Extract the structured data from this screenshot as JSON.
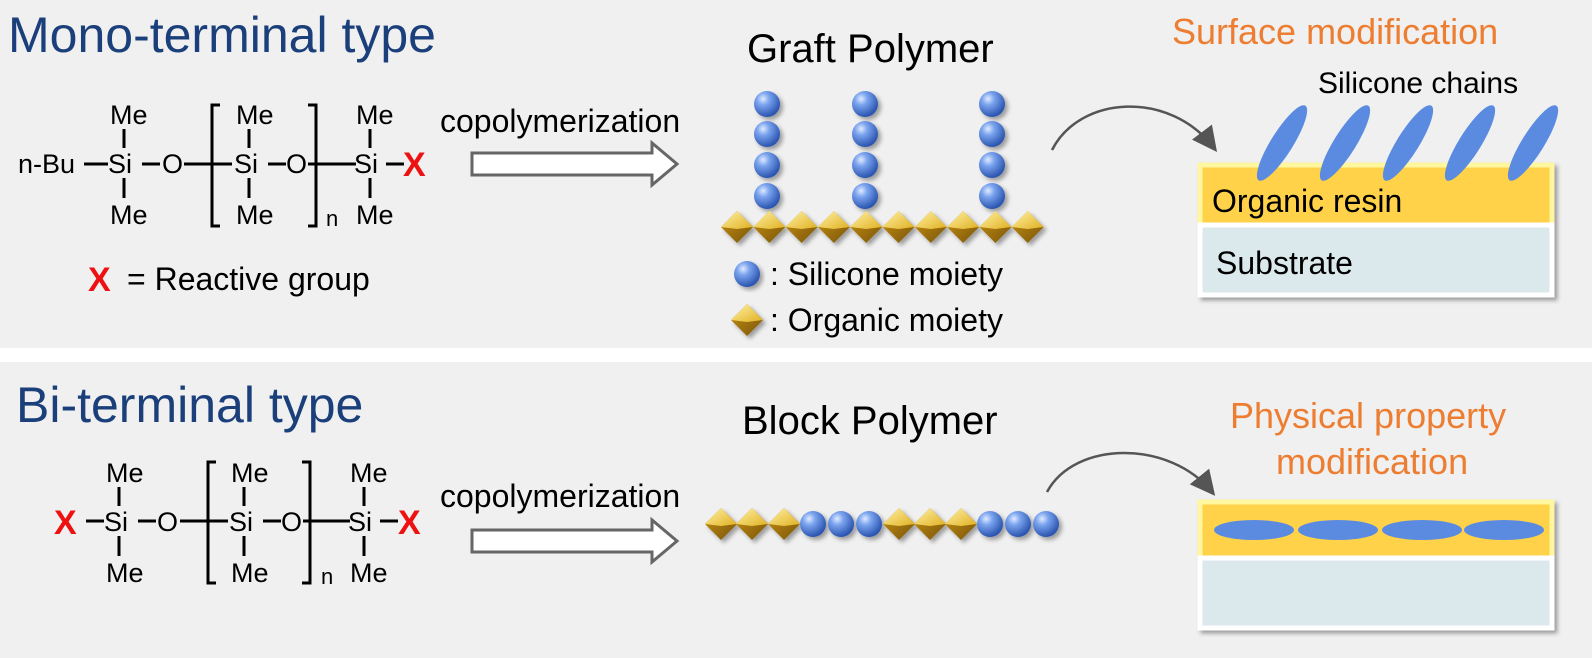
{
  "colors": {
    "title_blue": "#1a3f7a",
    "accent_orange": "#ed7d31",
    "reactive_red": "#ee1111",
    "panel_bg": "#f0f0f0",
    "resin_yellow": "#ffd24a",
    "substrate_blue": "#dce9ec",
    "bead_blue": "#5b8be0",
    "bead_gold": "#d9a817"
  },
  "top": {
    "title": "Mono-terminal type",
    "formula": {
      "left_group": "n-Bu",
      "si": "Si",
      "o": "O",
      "me": "Me",
      "n": "n",
      "x": "X"
    },
    "reactive_legend": {
      "x": "X",
      "text": "= Reactive group"
    },
    "arrow_label": "copolymerization",
    "polymer_title": "Graft Polymer",
    "legend": {
      "silicone": ": Silicone moiety",
      "organic": ": Organic moiety"
    },
    "surface": {
      "title": "Surface modification",
      "chains_label": "Silicone chains",
      "resin_label": "Organic resin",
      "substrate_label": "Substrate"
    }
  },
  "bottom": {
    "title": "Bi-terminal type",
    "formula": {
      "si": "Si",
      "o": "O",
      "me": "Me",
      "n": "n",
      "x": "X"
    },
    "arrow_label": "copolymerization",
    "polymer_title": "Block Polymer",
    "physical": {
      "title_line1": "Physical property",
      "title_line2": "modification"
    }
  }
}
